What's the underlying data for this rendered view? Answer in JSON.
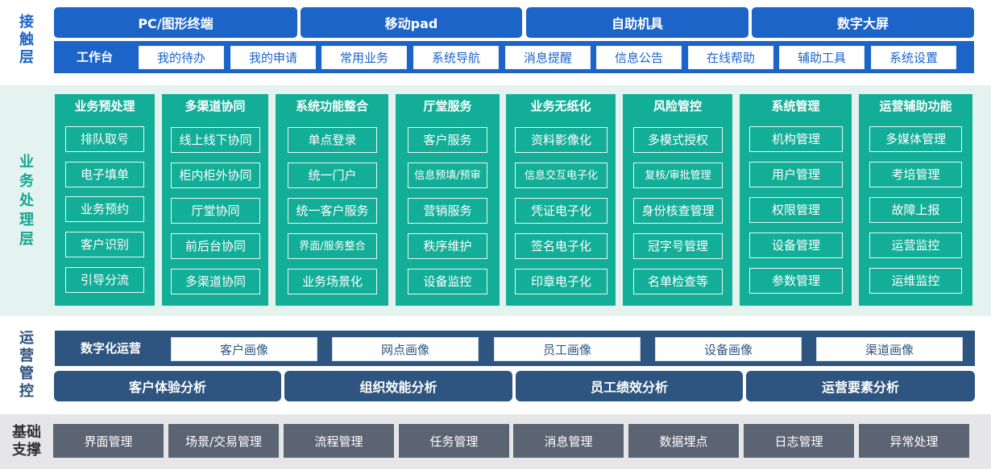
{
  "colors": {
    "contact_blue": "#1c64c8",
    "business_teal": "#13ae97",
    "ops_navy": "#2e5480",
    "foundation_gray": "#5b6472"
  },
  "contact_layer": {
    "label": [
      "接",
      "触",
      "层"
    ],
    "terminals": [
      "PC/图形终端",
      "移动pad",
      "自助机具",
      "数字大屏"
    ],
    "workbench_title": "工作台",
    "workbench_items": [
      "我的待办",
      "我的申请",
      "常用业务",
      "系统导航",
      "消息提醒",
      "信息公告",
      "在线帮助",
      "辅助工具",
      "系统设置"
    ]
  },
  "business_layer": {
    "label": [
      "业",
      "务",
      "处",
      "理",
      "层"
    ],
    "columns": [
      {
        "title": "业务预处理",
        "items": [
          "排队取号",
          "电子填单",
          "业务预约",
          "客户识别",
          "引导分流"
        ]
      },
      {
        "title": "多渠道协同",
        "items": [
          "线上线下协同",
          "柜内柜外协同",
          "厅堂协同",
          "前后台协同",
          "多渠道协同"
        ]
      },
      {
        "title": "系统功能整合",
        "items": [
          "单点登录",
          "统一门户",
          "统一客户服务",
          "界面/服务整合",
          "业务场景化"
        ]
      },
      {
        "title": "厅堂服务",
        "items": [
          "客户服务",
          "信息预填/预审",
          "营销服务",
          "秩序维护",
          "设备监控"
        ]
      },
      {
        "title": "业务无纸化",
        "items": [
          "资料影像化",
          "信息交互电子化",
          "凭证电子化",
          "签名电子化",
          "印章电子化"
        ]
      },
      {
        "title": "风险管控",
        "items": [
          "多模式授权",
          "复核/审批管理",
          "身份核查管理",
          "冠字号管理",
          "名单检查等"
        ]
      },
      {
        "title": "系统管理",
        "items": [
          "机构管理",
          "用户管理",
          "权限管理",
          "设备管理",
          "参数管理"
        ]
      },
      {
        "title": "运营辅助功能",
        "items": [
          "多媒体管理",
          "考培管理",
          "故障上报",
          "运营监控",
          "运维监控"
        ]
      }
    ]
  },
  "ops_layer": {
    "label": [
      "运",
      "营",
      "管",
      "控"
    ],
    "digital_title": "数字化运营",
    "digital_items": [
      "客户画像",
      "网点画像",
      "员工画像",
      "设备画像",
      "渠道画像"
    ],
    "analysis": [
      "客户体验分析",
      "组织效能分析",
      "员工绩效分析",
      "运营要素分析"
    ]
  },
  "foundation_layer": {
    "label": [
      "基础",
      "支撑"
    ],
    "items": [
      "界面管理",
      "场景/交易管理",
      "流程管理",
      "任务管理",
      "消息管理",
      "数据埋点",
      "日志管理",
      "异常处理"
    ]
  }
}
